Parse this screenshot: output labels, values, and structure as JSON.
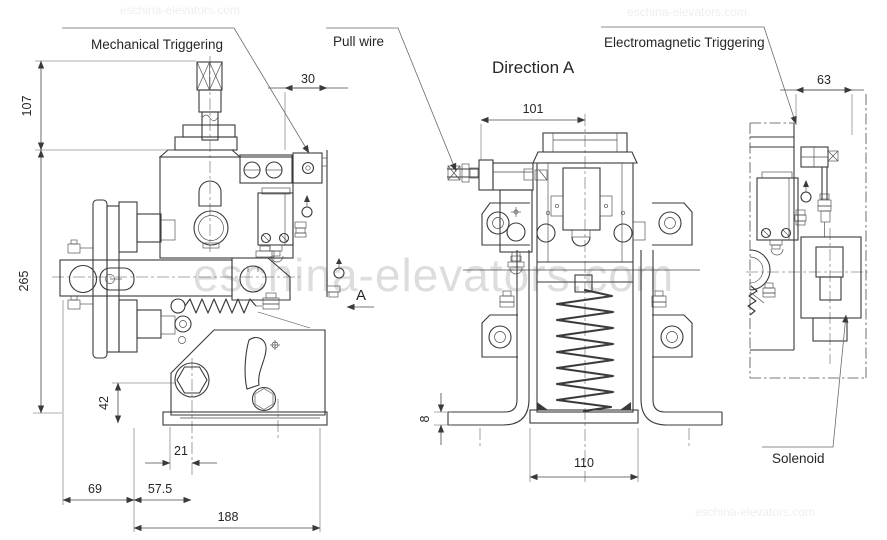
{
  "labels": {
    "mechanical_triggering": "Mechanical Triggering",
    "pull_wire": "Pull wire",
    "direction_a": "Direction A",
    "electromagnetic_triggering": "Electromagnetic Triggering",
    "solenoid": "Solenoid",
    "section_marker": "A"
  },
  "dimensions": {
    "front": {
      "shaft_top": "107",
      "overall_height": "265",
      "anchor_offset": "30",
      "lever_to_base": "42",
      "hex_offset": "21",
      "left_span": "69",
      "mid_span": "57.5",
      "base_width": "188"
    },
    "side": {
      "top_width": "101",
      "base_width": "110",
      "plate_thickness": "8"
    },
    "detail": {
      "solenoid_offset": "63"
    }
  },
  "watermark": {
    "text": "eschina-elevators.com"
  },
  "colors": {
    "line": "#3a3a3a",
    "watermark": "#bdbdbd",
    "background": "#ffffff"
  }
}
